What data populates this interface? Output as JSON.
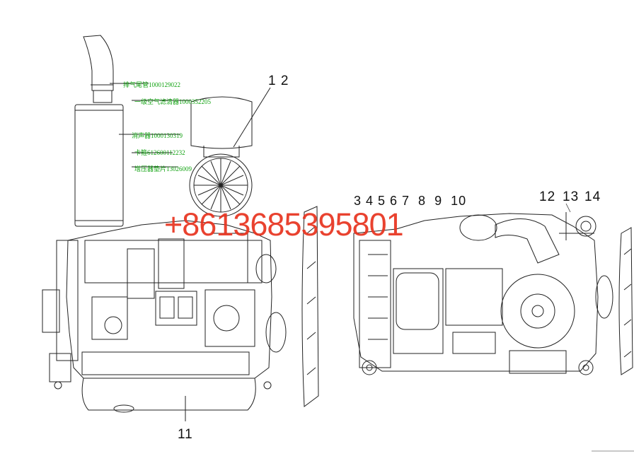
{
  "parts_labels": [
    {
      "id": "exhaust-tail-pipe",
      "text": "排气尾管1000129022"
    },
    {
      "id": "primary-air-filter",
      "text": "一级空气滤清器1000352205"
    },
    {
      "id": "muffler",
      "text": "消声器1000130319"
    },
    {
      "id": "clamp",
      "text": "卡箍612600112232"
    },
    {
      "id": "supercharger-gasket",
      "text": "增压器垫片13026009"
    }
  ],
  "callouts": {
    "c12_left": "1 2",
    "c11": "11",
    "c3_10": "3 4 5 6 7  8  9  10",
    "c12": "12",
    "c13": "13",
    "c14": "14"
  },
  "watermark": "+8613685395801",
  "colors": {
    "label_green": "#12a312",
    "watermark_red": "#e8321e",
    "line": "#222222"
  }
}
